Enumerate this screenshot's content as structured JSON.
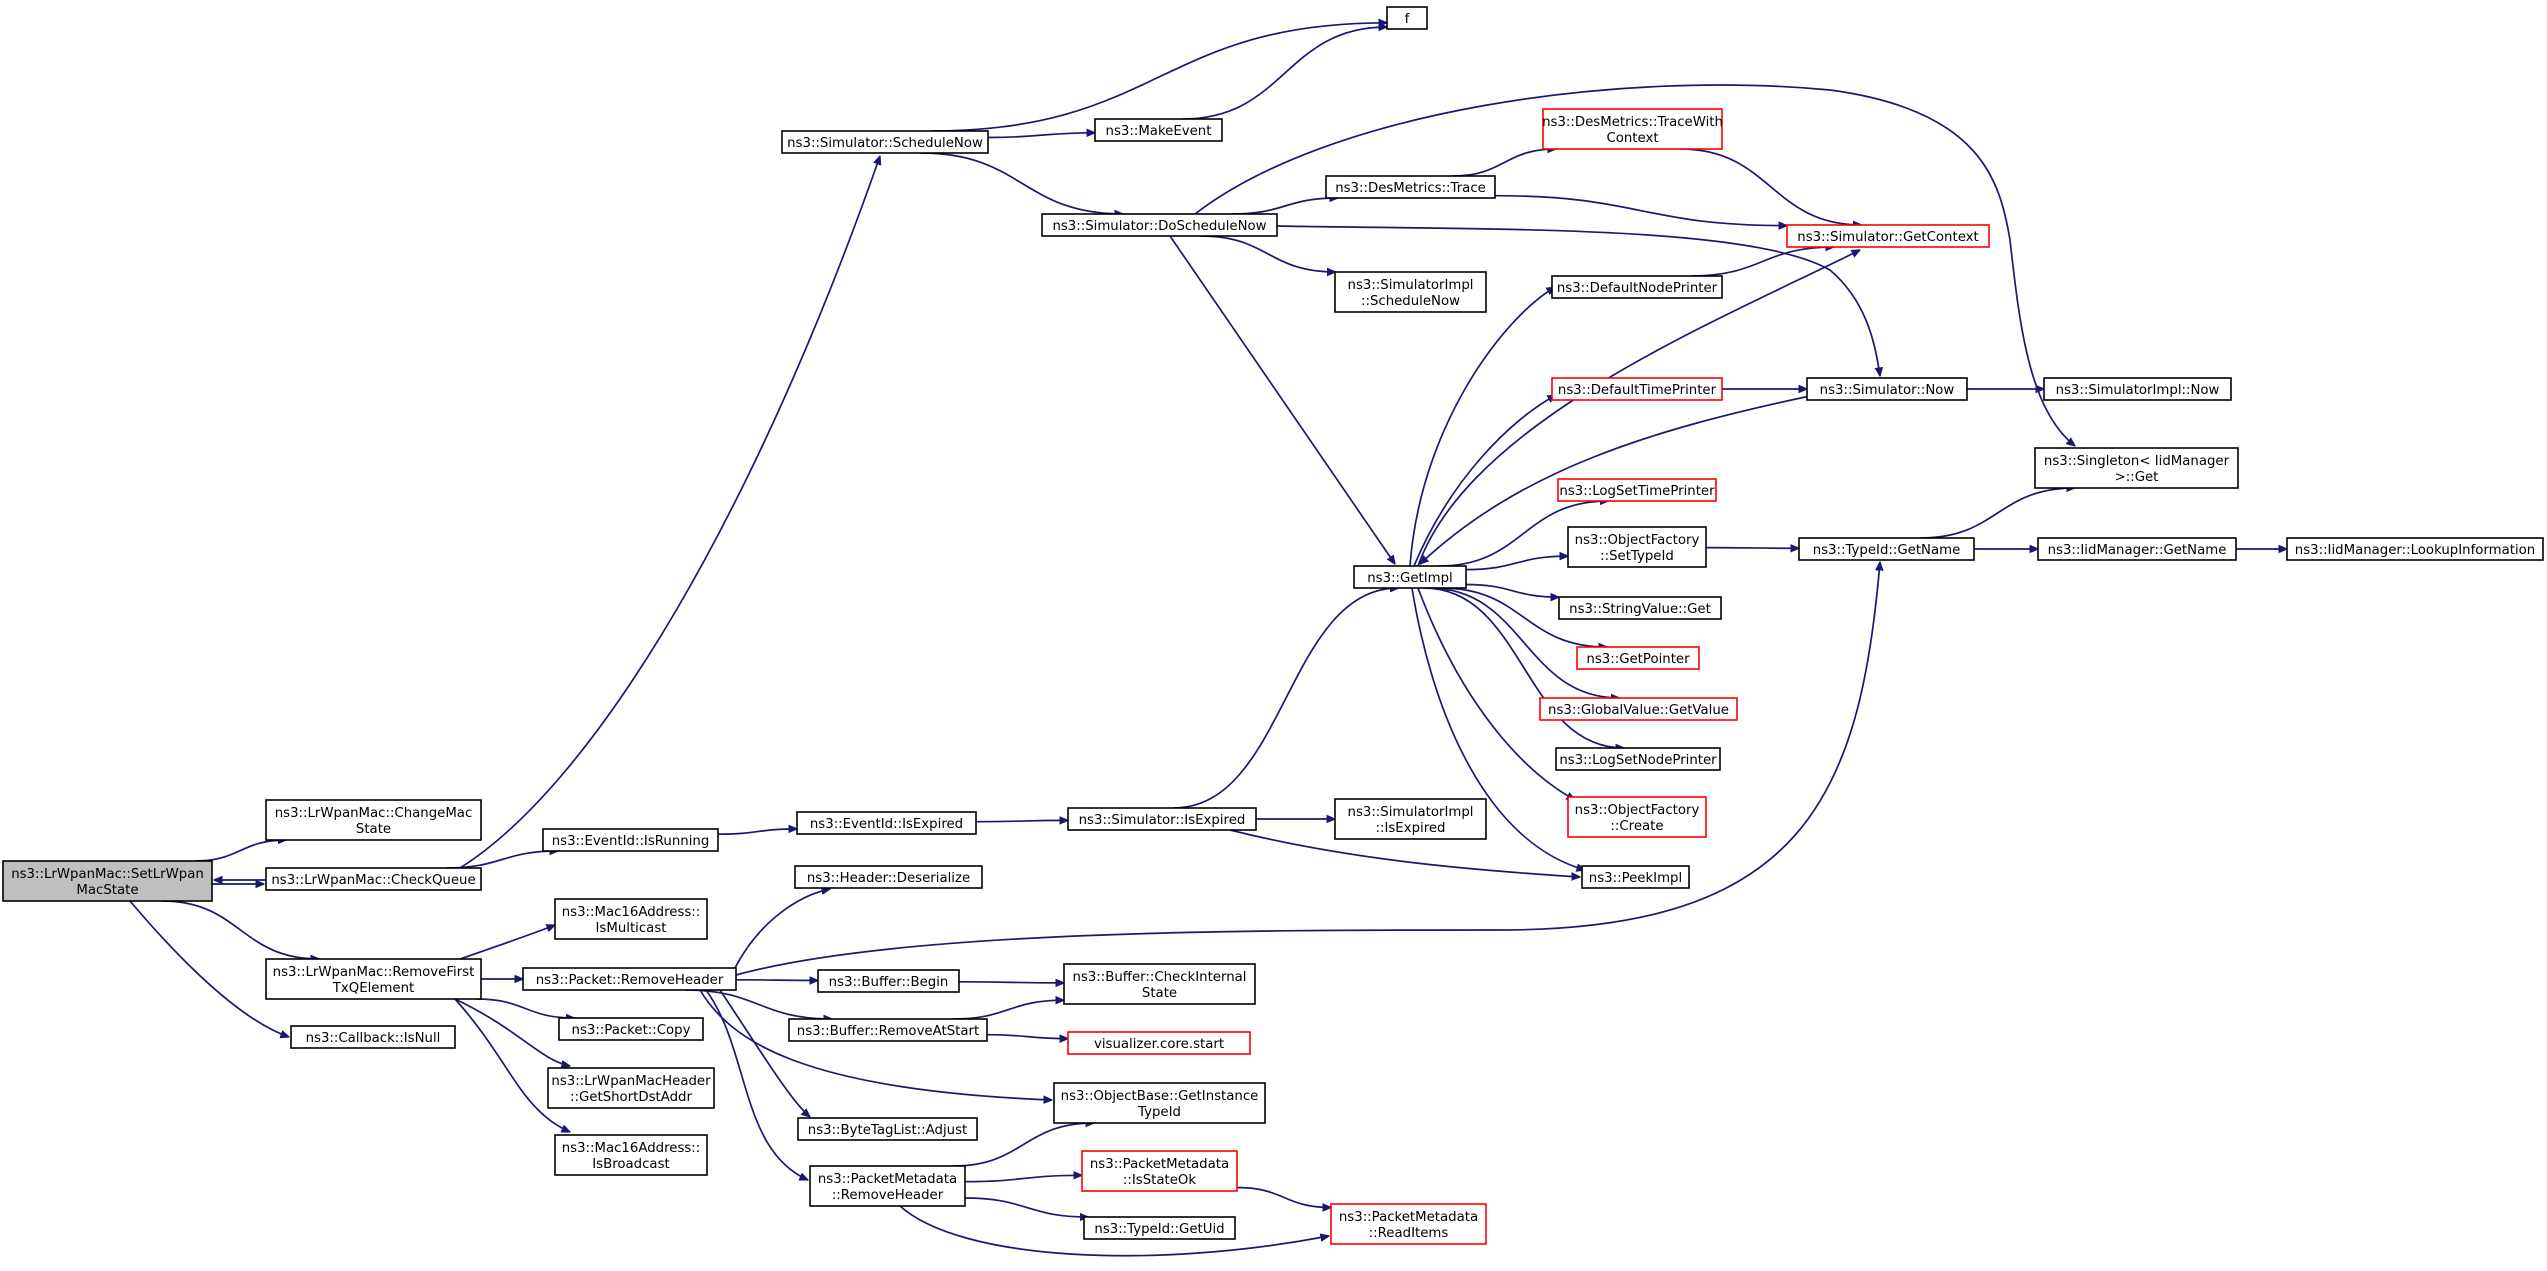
{
  "colors": {
    "edge": "#191970",
    "node_border": "#000000",
    "node_border_red": "#ff0000",
    "root_fill": "#bfbfbf",
    "background": "#ffffff"
  },
  "nodes": {
    "setlrwpan": {
      "lines": [
        "ns3::LrWpanMac::SetLrWpan",
        "MacState"
      ]
    },
    "changemac": {
      "lines": [
        "ns3::LrWpanMac::ChangeMac",
        "State"
      ]
    },
    "checkqueue": {
      "lines": [
        "ns3::LrWpanMac::CheckQueue"
      ]
    },
    "removefirst": {
      "lines": [
        "ns3::LrWpanMac::RemoveFirst",
        "TxQElement"
      ]
    },
    "isnull": {
      "lines": [
        "ns3::Callback::IsNull"
      ]
    },
    "schedulenow": {
      "lines": [
        "ns3::Simulator::ScheduleNow"
      ]
    },
    "eventidisrunning": {
      "lines": [
        "ns3::EventId::IsRunning"
      ]
    },
    "ismulticast": {
      "lines": [
        "ns3::Mac16Address::",
        "IsMulticast"
      ]
    },
    "pktremovehdr": {
      "lines": [
        "ns3::Packet::RemoveHeader"
      ]
    },
    "pktcopy": {
      "lines": [
        "ns3::Packet::Copy"
      ]
    },
    "getshortdst": {
      "lines": [
        "ns3::LrWpanMacHeader",
        "::GetShortDstAddr"
      ]
    },
    "isbroadcast": {
      "lines": [
        "ns3::Mac16Address::",
        "IsBroadcast"
      ]
    },
    "f": {
      "lines": [
        "f"
      ]
    },
    "makeevent": {
      "lines": [
        "ns3::MakeEvent"
      ]
    },
    "doschedulenow": {
      "lines": [
        "ns3::Simulator::DoScheduleNow"
      ]
    },
    "desmtrace": {
      "lines": [
        "ns3::DesMetrics::Trace"
      ]
    },
    "desmtracewith": {
      "lines": [
        "ns3::DesMetrics::TraceWith",
        "Context"
      ]
    },
    "getcontext": {
      "lines": [
        "ns3::Simulator::GetContext"
      ]
    },
    "simimplschednow": {
      "lines": [
        "ns3::SimulatorImpl",
        "::ScheduleNow"
      ]
    },
    "defnodeprinter": {
      "lines": [
        "ns3::DefaultNodePrinter"
      ]
    },
    "deftimeprinter": {
      "lines": [
        "ns3::DefaultTimePrinter"
      ]
    },
    "simnow": {
      "lines": [
        "ns3::Simulator::Now"
      ]
    },
    "simimplnow": {
      "lines": [
        "ns3::SimulatorImpl::Now"
      ]
    },
    "singletonget": {
      "lines": [
        "ns3::Singleton< IidManager",
        ">::Get"
      ]
    },
    "logsettime": {
      "lines": [
        "ns3::LogSetTimePrinter"
      ]
    },
    "objfactsettypeid": {
      "lines": [
        "ns3::ObjectFactory",
        "::SetTypeId"
      ]
    },
    "typeidgetname": {
      "lines": [
        "ns3::TypeId::GetName"
      ]
    },
    "iidgetname": {
      "lines": [
        "ns3::IidManager::GetName"
      ]
    },
    "iidlookup": {
      "lines": [
        "ns3::IidManager::LookupInformation"
      ]
    },
    "getimpl": {
      "lines": [
        "ns3::GetImpl"
      ]
    },
    "stringvalueget": {
      "lines": [
        "ns3::StringValue::Get"
      ]
    },
    "getpointer": {
      "lines": [
        "ns3::GetPointer"
      ]
    },
    "globalvalueget": {
      "lines": [
        "ns3::GlobalValue::GetValue"
      ]
    },
    "logsetnode": {
      "lines": [
        "ns3::LogSetNodePrinter"
      ]
    },
    "objfactcreate": {
      "lines": [
        "ns3::ObjectFactory",
        "::Create"
      ]
    },
    "peekimpl": {
      "lines": [
        "ns3::PeekImpl"
      ]
    },
    "eventidisexpired": {
      "lines": [
        "ns3::EventId::IsExpired"
      ]
    },
    "simisexpired": {
      "lines": [
        "ns3::Simulator::IsExpired"
      ]
    },
    "simimplisexpired": {
      "lines": [
        "ns3::SimulatorImpl",
        "::IsExpired"
      ]
    },
    "headerdeser": {
      "lines": [
        "ns3::Header::Deserialize"
      ]
    },
    "bufferbegin": {
      "lines": [
        "ns3::Buffer::Begin"
      ]
    },
    "buffercheck": {
      "lines": [
        "ns3::Buffer::CheckInternal",
        "State"
      ]
    },
    "bufferremove": {
      "lines": [
        "ns3::Buffer::RemoveAtStart"
      ]
    },
    "vizstart": {
      "lines": [
        "visualizer.core.start"
      ]
    },
    "objbasegetinst": {
      "lines": [
        "ns3::ObjectBase::GetInstance",
        "TypeId"
      ]
    },
    "bytetagadjust": {
      "lines": [
        "ns3::ByteTagList::Adjust"
      ]
    },
    "pmremovehdr": {
      "lines": [
        "ns3::PacketMetadata",
        "::RemoveHeader"
      ]
    },
    "pmisstateok": {
      "lines": [
        "ns3::PacketMetadata",
        "::IsStateOk"
      ]
    },
    "typeidgetuid": {
      "lines": [
        "ns3::TypeId::GetUid"
      ]
    },
    "pmreaditems": {
      "lines": [
        "ns3::PacketMetadata",
        "::ReadItems"
      ]
    }
  },
  "edges": [
    [
      "setlrwpan",
      "changemac"
    ],
    [
      "setlrwpan",
      "checkqueue"
    ],
    [
      "checkqueue",
      "setlrwpan"
    ],
    [
      "setlrwpan",
      "removefirst"
    ],
    [
      "setlrwpan",
      "isnull"
    ],
    [
      "checkqueue",
      "schedulenow"
    ],
    [
      "checkqueue",
      "eventidisrunning"
    ],
    [
      "removefirst",
      "ismulticast"
    ],
    [
      "removefirst",
      "pktremovehdr"
    ],
    [
      "removefirst",
      "pktcopy"
    ],
    [
      "removefirst",
      "getshortdst"
    ],
    [
      "removefirst",
      "isbroadcast"
    ],
    [
      "schedulenow",
      "f"
    ],
    [
      "schedulenow",
      "makeevent"
    ],
    [
      "makeevent",
      "f"
    ],
    [
      "schedulenow",
      "doschedulenow"
    ],
    [
      "doschedulenow",
      "desmtrace"
    ],
    [
      "doschedulenow",
      "singletonget"
    ],
    [
      "doschedulenow",
      "simimplschednow"
    ],
    [
      "doschedulenow",
      "simnow"
    ],
    [
      "doschedulenow",
      "getimpl"
    ],
    [
      "desmtrace",
      "desmtracewith"
    ],
    [
      "desmtrace",
      "getcontext"
    ],
    [
      "desmtracewith",
      "getcontext"
    ],
    [
      "getimpl",
      "getcontext"
    ],
    [
      "getimpl",
      "defnodeprinter"
    ],
    [
      "getimpl",
      "deftimeprinter"
    ],
    [
      "getimpl",
      "logsettime"
    ],
    [
      "getimpl",
      "objfactsettypeid"
    ],
    [
      "getimpl",
      "stringvalueget"
    ],
    [
      "getimpl",
      "getpointer"
    ],
    [
      "getimpl",
      "globalvalueget"
    ],
    [
      "getimpl",
      "logsetnode"
    ],
    [
      "getimpl",
      "objfactcreate"
    ],
    [
      "getimpl",
      "peekimpl"
    ],
    [
      "defnodeprinter",
      "getcontext"
    ],
    [
      "deftimeprinter",
      "simnow"
    ],
    [
      "simnow",
      "getimpl"
    ],
    [
      "simnow",
      "simimplnow"
    ],
    [
      "objfactsettypeid",
      "typeidgetname"
    ],
    [
      "typeidgetname",
      "singletonget"
    ],
    [
      "typeidgetname",
      "iidgetname"
    ],
    [
      "iidgetname",
      "iidlookup"
    ],
    [
      "eventidisrunning",
      "eventidisexpired"
    ],
    [
      "eventidisexpired",
      "simisexpired"
    ],
    [
      "simisexpired",
      "getimpl"
    ],
    [
      "simisexpired",
      "simimplisexpired"
    ],
    [
      "simisexpired",
      "peekimpl"
    ],
    [
      "pktremovehdr",
      "headerdeser"
    ],
    [
      "pktremovehdr",
      "typeidgetname"
    ],
    [
      "pktremovehdr",
      "bufferbegin"
    ],
    [
      "pktremovehdr",
      "bufferremove"
    ],
    [
      "pktremovehdr",
      "objbasegetinst"
    ],
    [
      "pktremovehdr",
      "bytetagadjust"
    ],
    [
      "pktremovehdr",
      "pmremovehdr"
    ],
    [
      "bufferbegin",
      "buffercheck"
    ],
    [
      "bufferremove",
      "buffercheck"
    ],
    [
      "bufferremove",
      "vizstart"
    ],
    [
      "pmremovehdr",
      "objbasegetinst"
    ],
    [
      "pmremovehdr",
      "pmisstateok"
    ],
    [
      "pmremovehdr",
      "typeidgetuid"
    ],
    [
      "pmremovehdr",
      "pmreaditems"
    ],
    [
      "pmisstateok",
      "pmreaditems"
    ]
  ]
}
